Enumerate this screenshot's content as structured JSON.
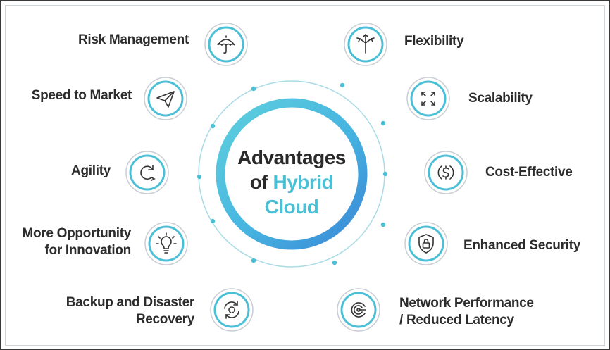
{
  "title": {
    "line1": "Advantages",
    "line2_prefix": "of ",
    "line2_accent": "Hybrid",
    "line3_accent": "Cloud"
  },
  "colors": {
    "accent": "#4bbfd6",
    "accent_dark": "#3b8fd9",
    "text": "#2c2c2c",
    "badge_outline": "#c9ced3"
  },
  "left_items": [
    {
      "lines": [
        "Risk Management"
      ],
      "icon": "umbrella-icon"
    },
    {
      "lines": [
        "Speed to Market"
      ],
      "icon": "paper-plane-icon"
    },
    {
      "lines": [
        "Agility"
      ],
      "icon": "cycle-arrow-icon"
    },
    {
      "lines": [
        "More Opportunity",
        "for Innovation"
      ],
      "icon": "lightbulb-icon"
    },
    {
      "lines": [
        "Backup and Disaster",
        "Recovery"
      ],
      "icon": "backup-refresh-icon"
    }
  ],
  "right_items": [
    {
      "lines": [
        "Flexibility"
      ],
      "icon": "split-arrows-icon"
    },
    {
      "lines": [
        "Scalability"
      ],
      "icon": "expand-arrows-icon"
    },
    {
      "lines": [
        "Cost-Effective"
      ],
      "icon": "dollar-coin-icon"
    },
    {
      "lines": [
        "Enhanced Security"
      ],
      "icon": "shield-lock-icon"
    },
    {
      "lines": [
        "Network Performance",
        "/ Reduced Latency"
      ],
      "icon": "speed-target-icon"
    }
  ]
}
